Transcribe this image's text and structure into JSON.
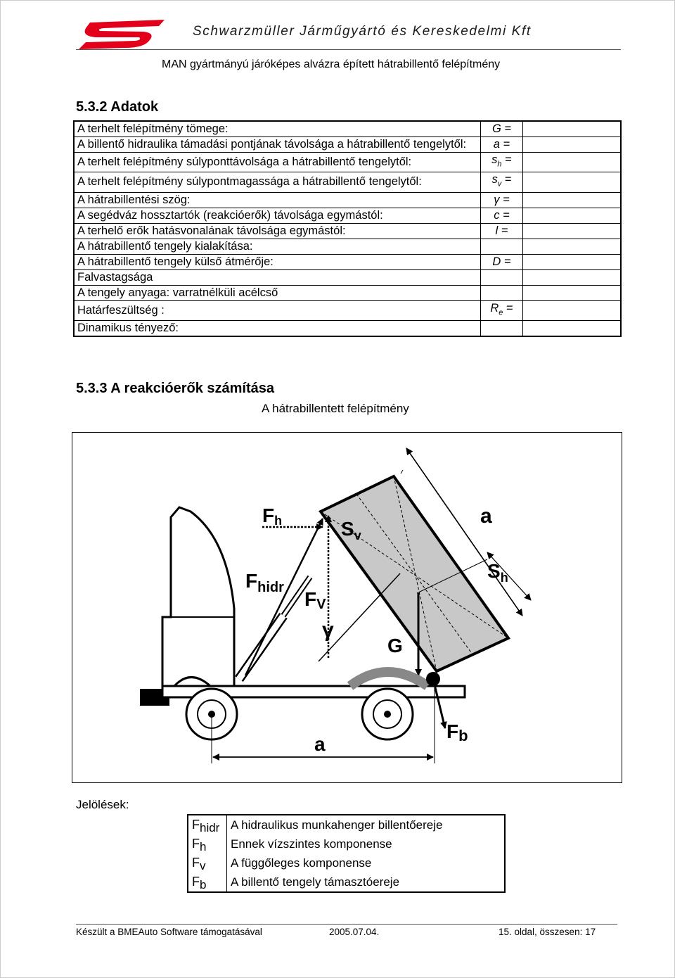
{
  "header": {
    "company": "Schwarzmüller Járműgyártó és Kereskedelmi Kft",
    "subtitle": "MAN gyártmányú járóképes alvázra épített hátrabillentő felépítmény"
  },
  "section_data": {
    "title": "5.3.2 Adatok",
    "rows": [
      {
        "label": "A terhelt felépítmény tömege:",
        "symbol": "G ="
      },
      {
        "label": "A billentő hidraulika támadási pontjának távolsága a hátrabillentő tengelytől:",
        "symbol": "a ="
      },
      {
        "label": "A terhelt felépítmény súlyponttávolsága a hátrabillentő tengelytől:",
        "symbol": "sh =",
        "sym_main": "s",
        "sym_sub": "h",
        "sym_tail": " ="
      },
      {
        "label": "A terhelt felépítmény súlypontmagassága a hátrabillentő tengelytől:",
        "symbol": "sv =",
        "sym_main": "s",
        "sym_sub": "v",
        "sym_tail": " ="
      },
      {
        "label": "A hátrabillentési szög:",
        "symbol": "γ ="
      },
      {
        "label": "A segédváz hossztartók (reakcióerők) távolsága egymástól:",
        "symbol": "c ="
      },
      {
        "label": "A terhelő erők hatásvonalának távolsága egymástól:",
        "symbol": "l ="
      },
      {
        "label": "A hátrabillentő tengely kialakítása:",
        "symbol": ""
      },
      {
        "label": "A hátrabillentő tengely külső átmérője:",
        "symbol": "D ="
      },
      {
        "label": "Falvastagsága",
        "symbol": ""
      },
      {
        "label": "A tengely anyaga: varratnélküli acélcső",
        "symbol": ""
      },
      {
        "label": "Határfeszültség :",
        "symbol": "Re =",
        "sym_main": "R",
        "sym_sub": "e",
        "sym_tail": " ="
      },
      {
        "label": "Dinamikus tényező:",
        "symbol": ""
      }
    ]
  },
  "section_calc": {
    "title": "5.3.3 A reakcióerők számítása",
    "figure_caption": "A hátrabillentett felépítmény",
    "figure_labels": {
      "fh_main": "F",
      "fh_sub": "h",
      "sv_main": "S",
      "sv_sub": "v",
      "a_top": "a",
      "sh_main": "S",
      "sh_sub": "h",
      "fhidr_main": "F",
      "fhidr_sub": "hidr",
      "fv_main": "F",
      "fv_sub": "V",
      "gamma": "γ",
      "g": "G",
      "fb_main": "F",
      "fb_sub": "b",
      "a_bottom": "a"
    }
  },
  "legend": {
    "title": "Jelölések:",
    "items": [
      {
        "main": "F",
        "sub": "hidr",
        "text": "A hidraulikus munkahenger billentőereje"
      },
      {
        "main": "F",
        "sub": "h",
        "text": "Ennek vízszintes komponense"
      },
      {
        "main": "F",
        "sub": "v",
        "text": "A függőleges komponense"
      },
      {
        "main": "F",
        "sub": "b",
        "text": "A billentő tengely támasztóereje"
      }
    ]
  },
  "footer": {
    "software": "Készült a BMEAuto Software támogatásával",
    "date": "2005.07.04.",
    "page": "15. oldal, összesen: 17"
  },
  "colors": {
    "logo_red": "#e2001a",
    "box_fill": "#c8c8c8"
  }
}
